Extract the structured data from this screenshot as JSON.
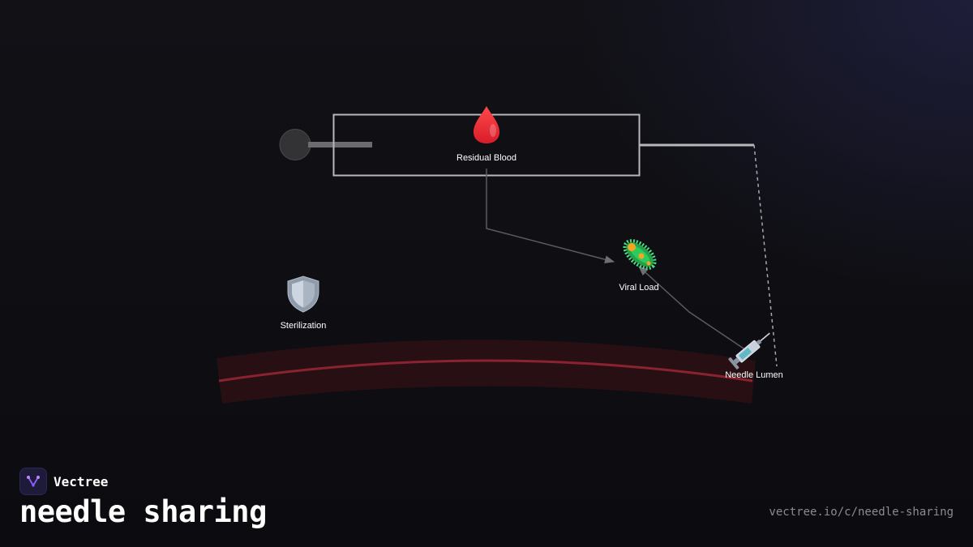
{
  "brand": {
    "name": "Vectree"
  },
  "title": "needle sharing",
  "url": "vectree.io/c/needle-sharing",
  "colors": {
    "background": "#0e0e12",
    "vessel": "#8b2230",
    "syringe_outline": "#b8b8bc",
    "connector": "#5a5a60",
    "brand_accent": "#8a5cf6"
  },
  "nodes": {
    "residual_blood": {
      "label": "Residual Blood",
      "icon": "blood-drop-icon"
    },
    "viral_load": {
      "label": "Viral Load",
      "icon": "microbe-icon"
    },
    "sterilization": {
      "label": "Sterilization",
      "icon": "shield-icon"
    },
    "needle_lumen": {
      "label": "Needle Lumen",
      "icon": "syringe-icon"
    }
  }
}
